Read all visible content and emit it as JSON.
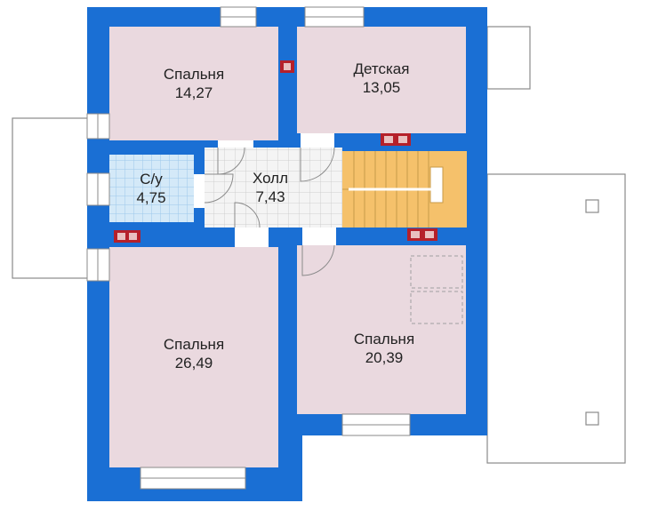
{
  "colors": {
    "wall": "#1a6fd4",
    "room": "#ead9df",
    "bathroom": "#cfe6f7",
    "hall": "#f2f2f2",
    "stairs": "#f5c16b",
    "chimney": "#b5202a",
    "outline": "#7a7a7a"
  },
  "rooms": {
    "bedroom_top": {
      "name": "Спальня",
      "area": "14,27"
    },
    "nursery": {
      "name": "Детская",
      "area": "13,05"
    },
    "bathroom": {
      "name": "С/у",
      "area": "4,75"
    },
    "hall": {
      "name": "Холл",
      "area": "7,43"
    },
    "bedroom_bottom_left": {
      "name": "Спальня",
      "area": "26,49"
    },
    "bedroom_bottom_right": {
      "name": "Спальня",
      "area": "20,39"
    }
  }
}
